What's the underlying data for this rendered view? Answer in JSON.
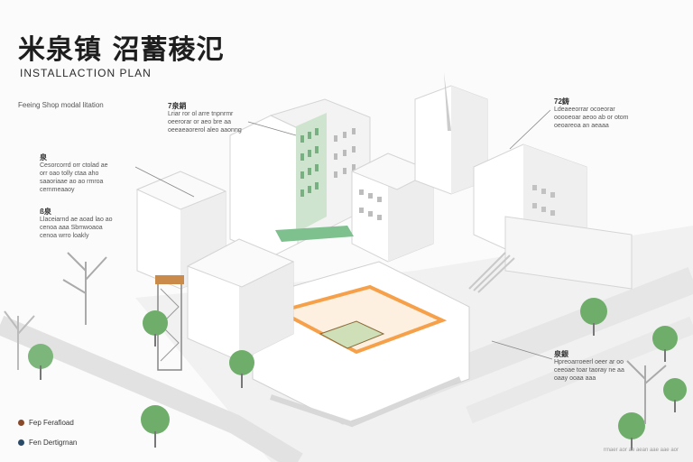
{
  "title": "米泉镇 沼蓄稜氾",
  "subtitle": "INSTALLACTION PLAN",
  "top_label": "Feeing Shop modal litation",
  "notes": [
    {
      "id": "note-left-1",
      "heading": "泉",
      "lines": [
        "Cesorcorrd orr ctolad ae",
        "orr oao tolly ctaa aho",
        "saaoriaae ao ao rmroa",
        "cernmeaaoy"
      ]
    },
    {
      "id": "note-left-2",
      "heading": "ß泉",
      "lines": [
        "Llaceiarnd ae aoad lao ao",
        "cenoa aaa Sbmwoaoa",
        "cenoa wrro loakly"
      ]
    },
    {
      "id": "note-top-center",
      "heading": "7泉銷",
      "lines": [
        "Lriar ror ol arre tnpnrmr",
        "oeerorar or aeo bre aa",
        "oeeaeaorerol aleo aaonng"
      ]
    },
    {
      "id": "note-top-right",
      "heading": "72鋳",
      "lines": [
        "Ldeaeeorrar ocoeorar",
        "ooooeoar aeoo ab or otom",
        "oeoareoa an aeaaa"
      ]
    },
    {
      "id": "note-bottom-right",
      "heading": "泉銀",
      "lines": [
        "Hpreoarroeerl oeer ar oo",
        "ceeoae toar taoray ne aa",
        "oaay ooaa aaa"
      ]
    }
  ],
  "legend": [
    {
      "label": "Fep Ferafioad",
      "color": "#8a4a2a"
    },
    {
      "label": "Fen Dertigrnan",
      "color": "#2a4a6a"
    }
  ],
  "footer": "rrnaer aor ae aean aae aae aor",
  "colors": {
    "accent_orange": "#f6a04a",
    "accent_green": "#3f8f4f",
    "building": "#ffffff",
    "shadow": "#dcdcdc"
  }
}
